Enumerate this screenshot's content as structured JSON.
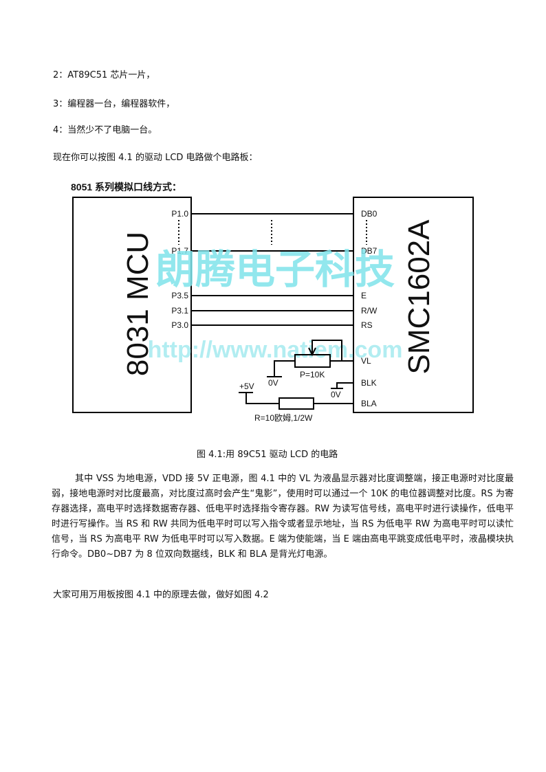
{
  "lines": [
    "2：AT89C51 芯片一片，",
    "3：编程器一台，编程器软件，",
    "4：当然少不了电脑一台。",
    "现在你可以按图 4.1 的驱动 LCD 电路做个电路板："
  ],
  "diagram": {
    "title": "8051 系列模拟口线方式：",
    "mcu_label": "8031 MCU",
    "lcd_label": "SMC1602A",
    "mcu_pins": [
      "P1.0",
      "P1.7",
      "P3.5",
      "P3.1",
      "P3.0"
    ],
    "lcd_pins": [
      "DB0",
      "DB7",
      "E",
      "R/W",
      "RS",
      "VL",
      "BLK",
      "BLA"
    ],
    "pot_label": "P=10K",
    "resistor_label": "R=10欧姆,1/2W",
    "ground_label": "0V",
    "vcc_label": "+5V",
    "watermark_cn": "朗腾电子科技",
    "watermark_url": "http://www.natiem.com"
  },
  "caption": "图 4.1:用 89C51 驱动 LCD 的电路",
  "paragraph": "其中 VSS 为地电源，VDD 接 5V 正电源，图 4.1 中的 VL 为液晶显示器对比度调整端，接正电源时对比度最弱，接地电源时对比度最高，对比度过高时会产生“鬼影”，使用时可以通过一个 10K 的电位器调整对比度。RS 为寄存器选择，高电平时选择数据寄存器、低电平时选择指令寄存器。RW 为读写信号线，高电平时进行读操作，低电平时进行写操作。当 RS 和 RW 共同为低电平时可以写入指令或者显示地址，当 RS 为低电平 RW 为高电平时可以读忙信号，当 RS 为高电平 RW 为低电平时可以写入数据。E 端为使能端，当 E 端由高电平跳变成低电平时，液晶模块执行命令。DB0~DB7 为 8 位双向数据线，BLK 和 BLA 是背光灯电源。",
  "closing": "大家可用万用板按图 4.1 中的原理去做，做好如图 4.2"
}
